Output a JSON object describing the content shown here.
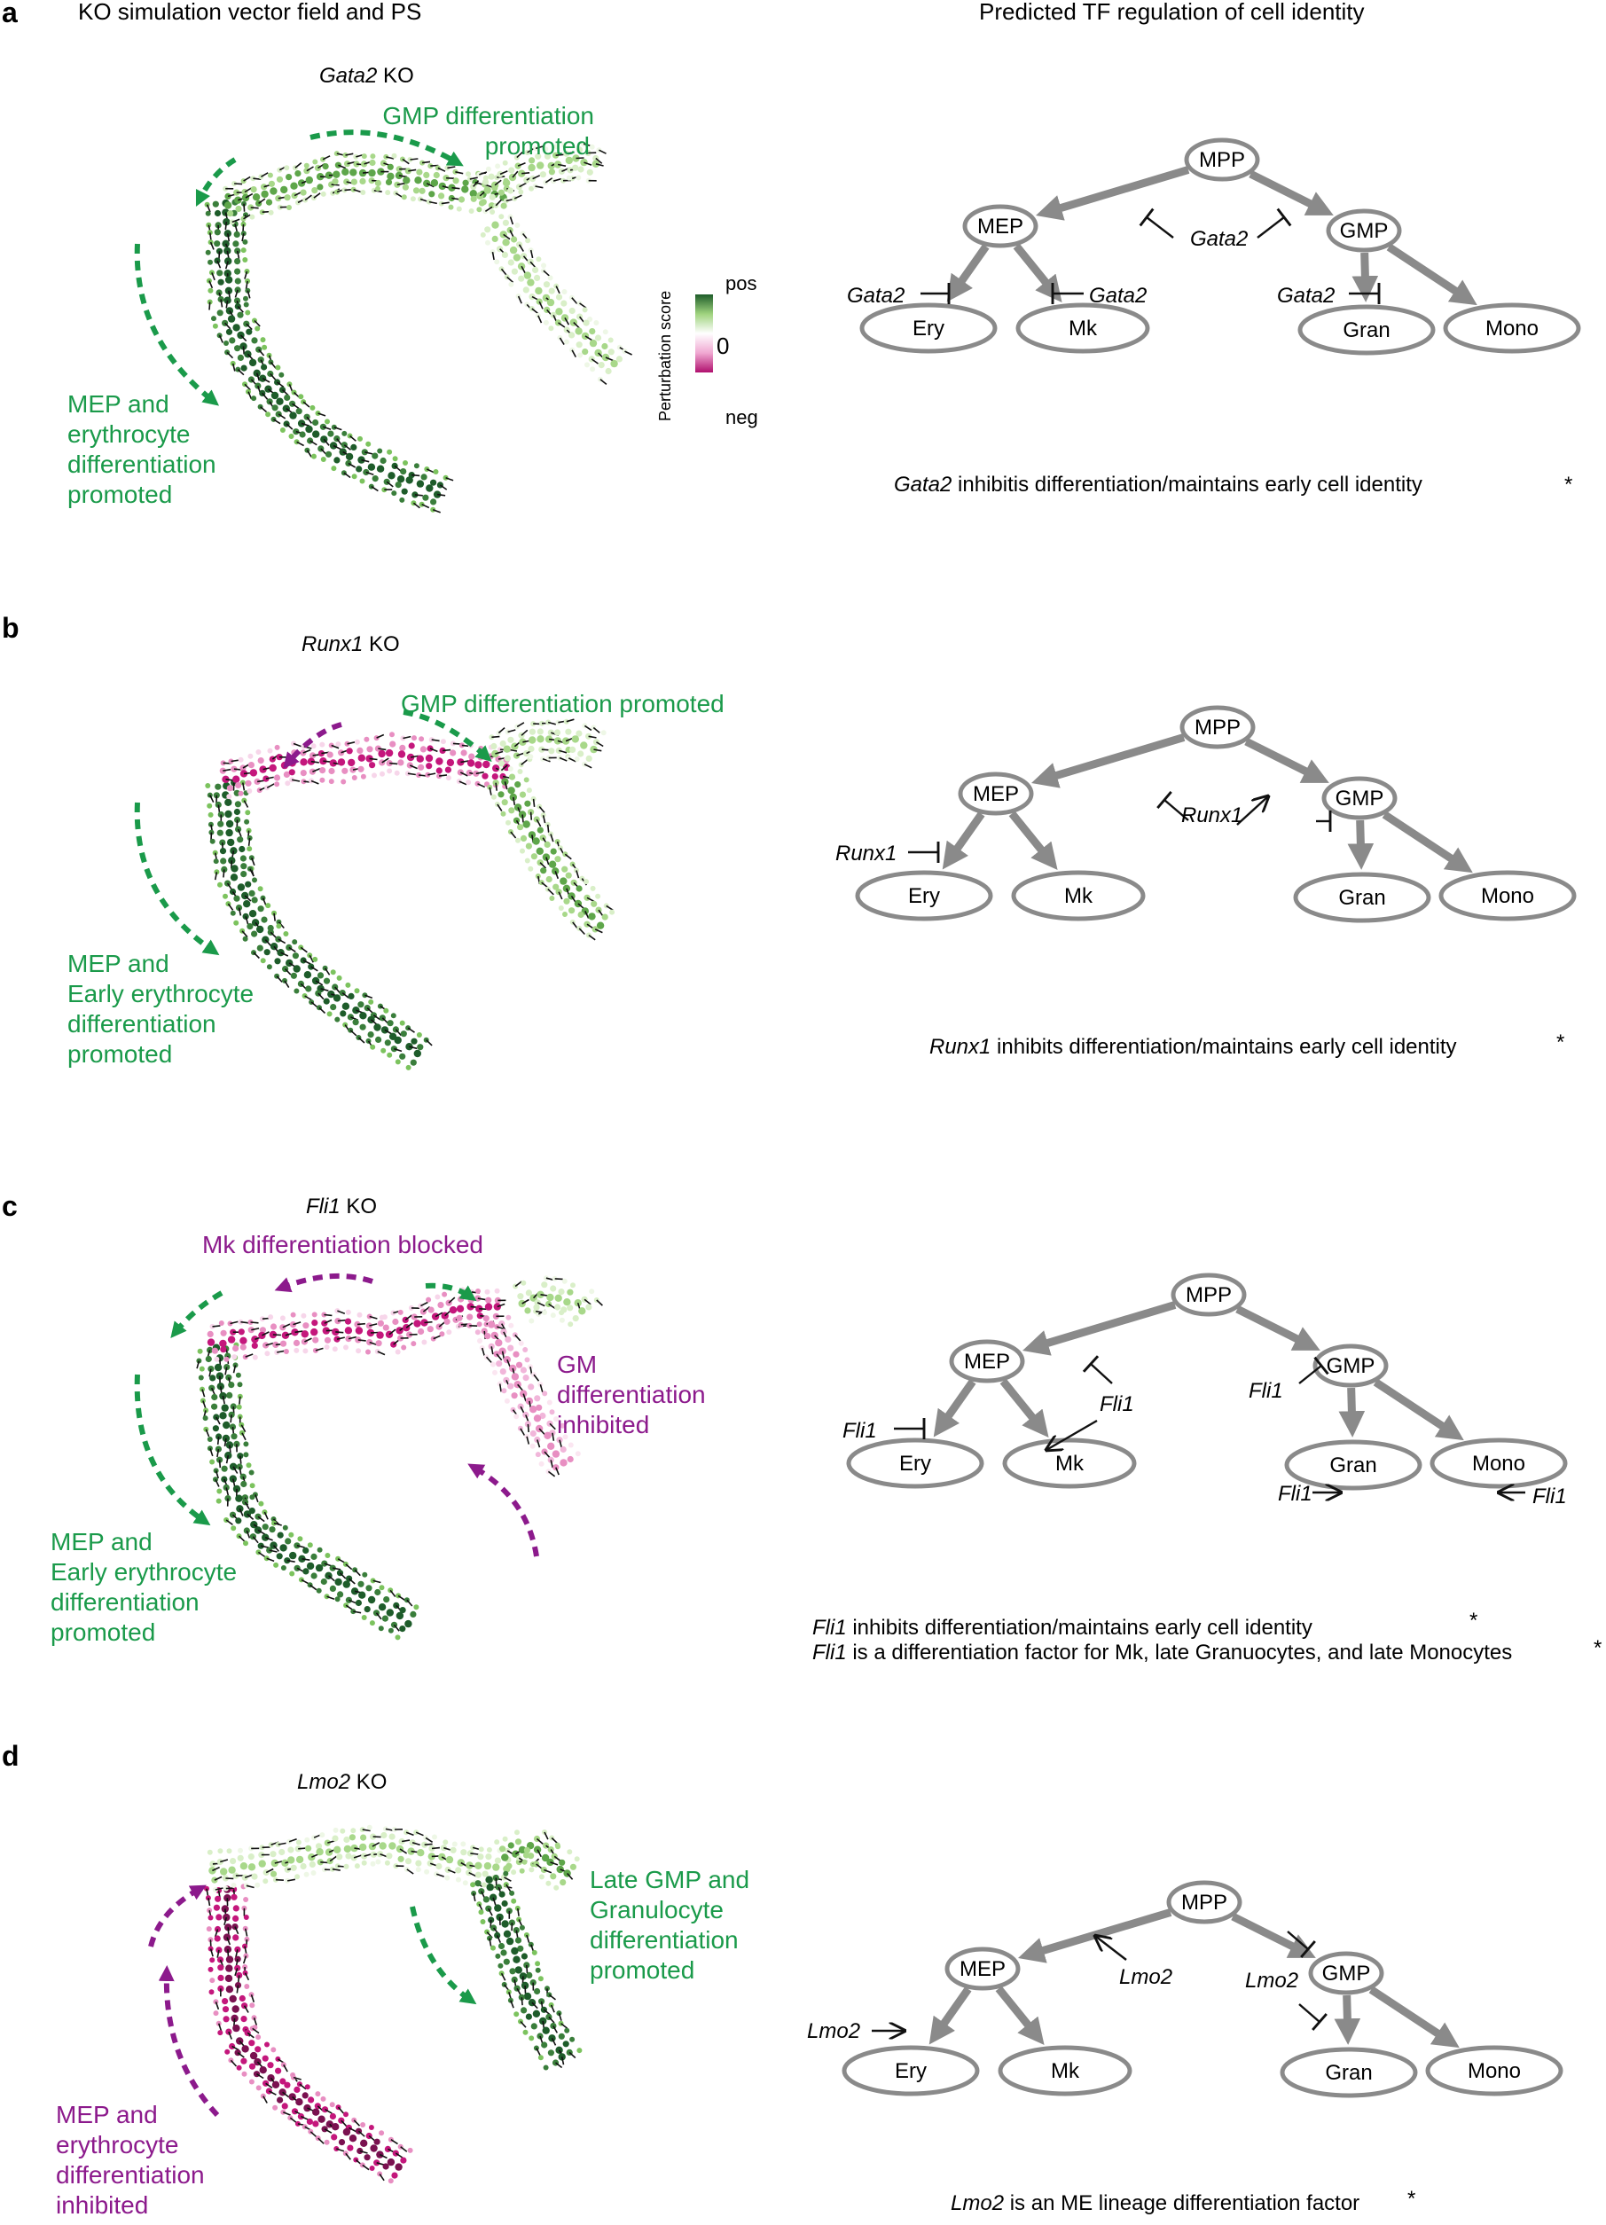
{
  "columns": {
    "left": "KO simulation vector field and PS",
    "right": "Predicted TF regulation of cell identity"
  },
  "colors": {
    "green": "#1a9a4a",
    "purple": "#8c1a8c",
    "dark_green": "#1e5c2a",
    "light_green": "#a8d88a",
    "magenta": "#c4177c",
    "pink": "#f1b6da",
    "node_gray": "#8a8a8a",
    "text": "#111111"
  },
  "colorbar": {
    "title": "Perturbation score",
    "top": "pos",
    "mid": "0",
    "bottom": "neg"
  },
  "nodes": {
    "mpp": "MPP",
    "mep": "MEP",
    "gmp": "GMP",
    "ery": "Ery",
    "mk": "Mk",
    "gran": "Gran",
    "mono": "Mono"
  },
  "panels": [
    {
      "letter": "a",
      "gene": "Gata2",
      "ko": " KO",
      "annotations": [
        [
          "GMP differentiation",
          "promoted"
        ],
        [
          "MEP and",
          "erythrocyte",
          "differentiation",
          "promoted"
        ]
      ],
      "regulators": [
        "Gata2",
        "Gata2",
        "Gata2",
        "Gata2"
      ],
      "conclusions": [
        {
          "gene": "Gata2",
          "text": " inhibitis differentiation/maintains early cell identity",
          "mark": "*"
        }
      ]
    },
    {
      "letter": "b",
      "gene": "Runx1",
      "ko": " KO",
      "annotations": [
        [
          "GMP differentiation promoted"
        ],
        [
          "MEP and",
          "Early erythrocyte",
          "differentiation",
          "promoted"
        ]
      ],
      "regulators": [
        "Runx1",
        "Runx1"
      ],
      "conclusions": [
        {
          "gene": "Runx1",
          "text": " inhibits differentiation/maintains early cell identity",
          "mark": "*"
        }
      ]
    },
    {
      "letter": "c",
      "gene": "Fli1",
      "ko": " KO",
      "annotations": [
        [
          "Mk differentiation blocked"
        ],
        [
          "GM",
          "differentiation",
          "inhibited"
        ],
        [
          "MEP and",
          "Early erythrocyte",
          "differentiation",
          "promoted"
        ]
      ],
      "regulators": [
        "Fli1",
        "Fli1",
        "Fli1",
        "Fli1",
        "Fli1"
      ],
      "conclusions": [
        {
          "gene": "Fli1",
          "text": " inhibits differentiation/maintains early cell identity",
          "mark": "*"
        },
        {
          "gene": "Fli1",
          "text": " is a differentiation factor for Mk, late Granuocytes, and late Monocytes",
          "mark": "*"
        }
      ]
    },
    {
      "letter": "d",
      "gene": "Lmo2",
      "ko": " KO",
      "annotations": [
        [
          "Late GMP and",
          "Granulocyte",
          "differentiation",
          "promoted"
        ],
        [
          "MEP and",
          "erythrocyte",
          "differentiation",
          "inhibited"
        ]
      ],
      "regulators": [
        "Lmo2",
        "Lmo2",
        "Lmo2"
      ],
      "conclusions": [
        {
          "gene": "Lmo2",
          "text": " is an ME lineage differentiation factor",
          "mark": "*"
        }
      ]
    }
  ]
}
